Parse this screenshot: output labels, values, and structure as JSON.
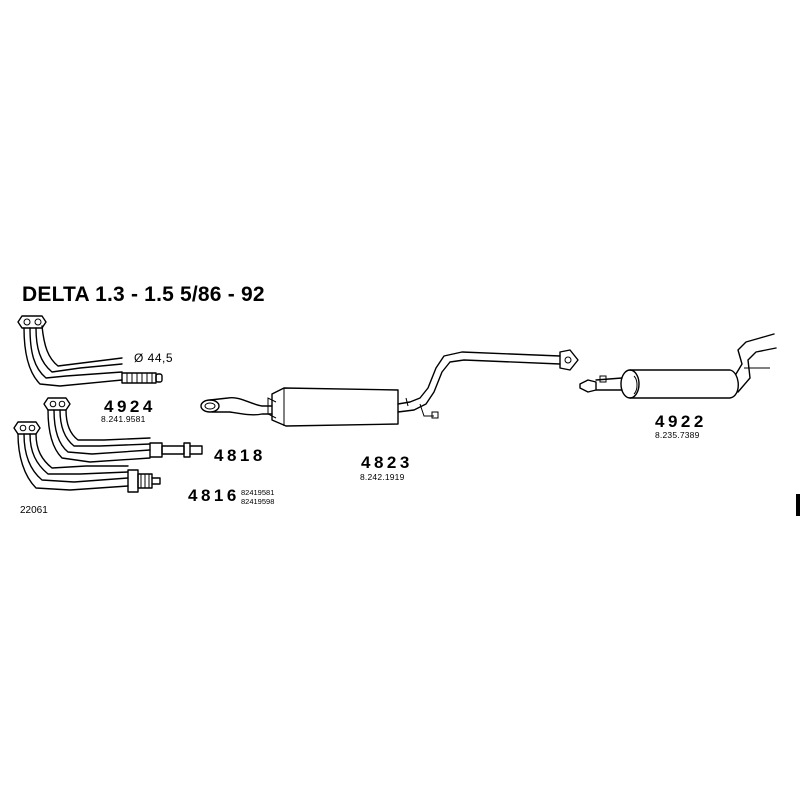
{
  "title": "DELTA 1.3 - 1.5  5/86 - 92",
  "diagram_code": "22061",
  "dimension_label": "Ø 44,5",
  "parts": [
    {
      "number": "4924",
      "refs": [
        "8.241.9581"
      ]
    },
    {
      "number": "4818",
      "refs": []
    },
    {
      "number": "4816",
      "refs": [
        "82419581",
        "82419598"
      ]
    },
    {
      "number": "4823",
      "refs": [
        "8.242.1919"
      ]
    },
    {
      "number": "4922",
      "refs": [
        "8.235.7389"
      ]
    }
  ]
}
